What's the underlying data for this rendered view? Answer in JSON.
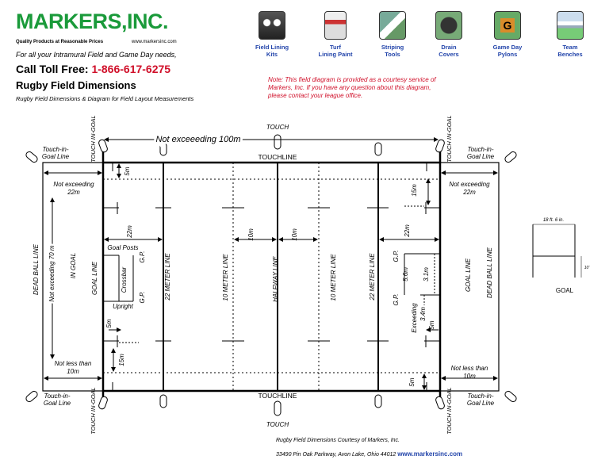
{
  "brand": {
    "name": "MARKERS,INC.",
    "tagline": "Quality Products at Reasonable Prices",
    "url": "www.markersinc.com"
  },
  "header": {
    "intro": "For all your Intramural Field and Game Day needs,",
    "call_label": "Call Toll Free: ",
    "phone": "1-866-617-6275",
    "title": "Rugby Field Dimensions",
    "subtitle": "Rugby Field Dimensions & Diagram for Field Layout Measurements"
  },
  "note": "Note: This field diagram is provided as a courtesy service of Markers, Inc.  If you have any question about this diagram, please contact your league office.",
  "nav": [
    {
      "line1": "Field Lining",
      "line2": "Kits",
      "icon": "field-lining-kits-icon"
    },
    {
      "line1": "Turf",
      "line2": "Lining Paint",
      "icon": "turf-lining-paint-icon"
    },
    {
      "line1": "Striping",
      "line2": "Tools",
      "icon": "striping-tools-icon"
    },
    {
      "line1": "Drain",
      "line2": "Covers",
      "icon": "drain-covers-icon"
    },
    {
      "line1": "Game Day",
      "line2": "Pylons",
      "icon": "game-day-pylons-icon"
    },
    {
      "line1": "Team",
      "line2": "Benches",
      "icon": "team-benches-icon"
    }
  ],
  "nav_icon_g": "G",
  "field": {
    "touch_top": "TOUCH",
    "touch_bottom": "TOUCH",
    "touchline_top": "TOUCHLINE",
    "touchline_bottom": "TOUCHLINE",
    "touch_in_goal": "TOUCH IN-GOAL",
    "touch_in_goal_line_l1": "Touch-in-",
    "touch_in_goal_line_l2": "Goal Line",
    "max_length": "Not exceeeding 100m",
    "dead_ball_line": "DEAD BALL LINE",
    "in_goal": "IN GOAL",
    "max_width": "Not exceeding 70 m",
    "goal_line": "GOAL LINE",
    "meter22": "22 METER LINE",
    "meter10": "10 METER LINE",
    "halfway": "HALFWAY LINE",
    "ne22_a": "Not exceeding",
    "ne22_b": "22m",
    "nlt10_a": "Not less than",
    "nlt10_b": "10m",
    "d5m": "5m",
    "d15m": "15m",
    "d22m": "22m",
    "d10m": "10m",
    "goal_posts": "Goal Posts",
    "gp": "G.P.",
    "crossbar": "Crossbar",
    "upright": "Upright",
    "d56m": "5.6m",
    "d31m": "3.1m",
    "exceeding": "Exceeding",
    "d34m": "3.4m"
  },
  "goal_detail": {
    "width": "18 ft. 6 in.",
    "height": "10'",
    "label": "GOAL"
  },
  "footer": {
    "line1": "Rugby Field Dimensions Courtesy of Markers, Inc.",
    "address": "33490 Pin Oak Parkway, Avon Lake, Ohio 44012  ",
    "web": "www.markersinc.com"
  }
}
